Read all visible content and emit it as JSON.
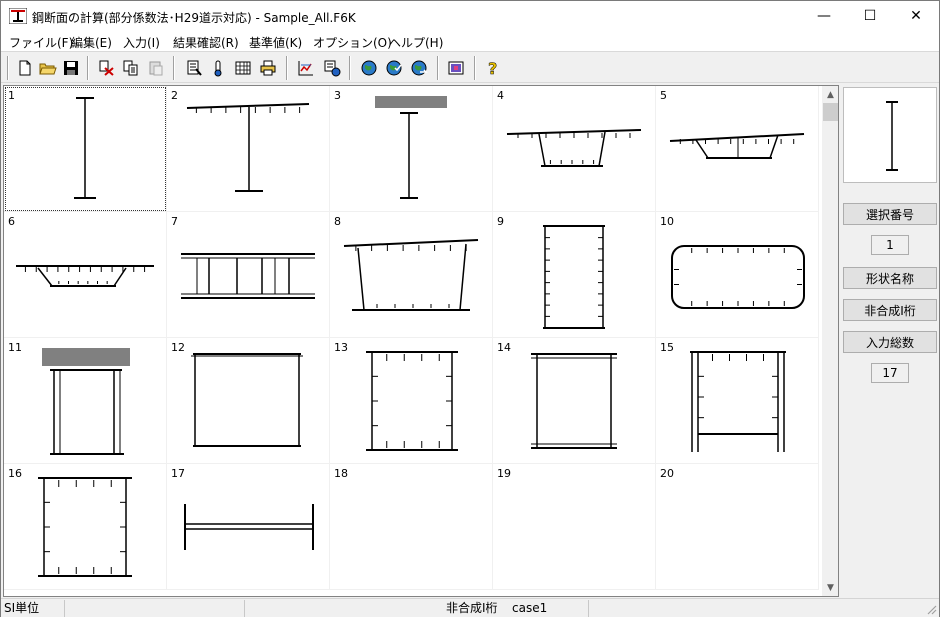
{
  "window": {
    "title": "鋼断面の計算(部分係数法･H29道示対応) - Sample_All.F6K",
    "controls": {
      "minimize": "—",
      "maximize": "☐",
      "close": "✕"
    }
  },
  "menu": [
    {
      "label": "ファイル(F)"
    },
    {
      "label": "編集(E)"
    },
    {
      "label": "入力(I)"
    },
    {
      "label": "結果確認(R)"
    },
    {
      "label": "基準値(K)"
    },
    {
      "label": "オプション(O)"
    },
    {
      "label": "ヘルプ(H)"
    }
  ],
  "toolbar": {
    "buttons": [
      "new-file-icon",
      "open-folder-icon",
      "save-disk-icon",
      "cut-icon",
      "copy-icon",
      "paste-icon",
      "section-input-icon",
      "thermometer-icon",
      "table-icon",
      "print-icon",
      "chart-icon",
      "calc-icon",
      "globe-icon",
      "globe-check-icon",
      "globe-arrow-icon",
      "color-icon",
      "help-icon"
    ]
  },
  "grid": {
    "selected": 1,
    "cells": [
      {
        "num": "1",
        "shape": "i-beam"
      },
      {
        "num": "2",
        "shape": "t-deck-studs"
      },
      {
        "num": "3",
        "shape": "i-beam-slab"
      },
      {
        "num": "4",
        "shape": "box-trapezoid"
      },
      {
        "num": "5",
        "shape": "box-trapezoid-2"
      },
      {
        "num": "6",
        "shape": "box-trapezoid-small"
      },
      {
        "num": "7",
        "shape": "multi-cell-box"
      },
      {
        "num": "8",
        "shape": "trapezoid-box-large"
      },
      {
        "num": "9",
        "shape": "box-column-studs"
      },
      {
        "num": "10",
        "shape": "rounded-box"
      },
      {
        "num": "11",
        "shape": "box-with-slab"
      },
      {
        "num": "12",
        "shape": "plain-box"
      },
      {
        "num": "13",
        "shape": "box-ribs-square"
      },
      {
        "num": "14",
        "shape": "box-plain-square"
      },
      {
        "num": "15",
        "shape": "box-with-legs"
      },
      {
        "num": "16",
        "shape": "box-ribs-outer"
      },
      {
        "num": "17",
        "shape": "h-beam"
      },
      {
        "num": "18",
        "shape": "empty"
      },
      {
        "num": "19",
        "shape": "empty"
      },
      {
        "num": "20",
        "shape": "empty"
      }
    ]
  },
  "right_panel": {
    "select_number_label": "選択番号",
    "select_number_value": "1",
    "shape_name_label": "形状名称",
    "shape_type_label": "非合成I桁",
    "input_total_label": "入力総数",
    "input_total_value": "17"
  },
  "status": {
    "units": "SI単位",
    "pane2": "",
    "type": "非合成I桁",
    "case": "case1"
  }
}
